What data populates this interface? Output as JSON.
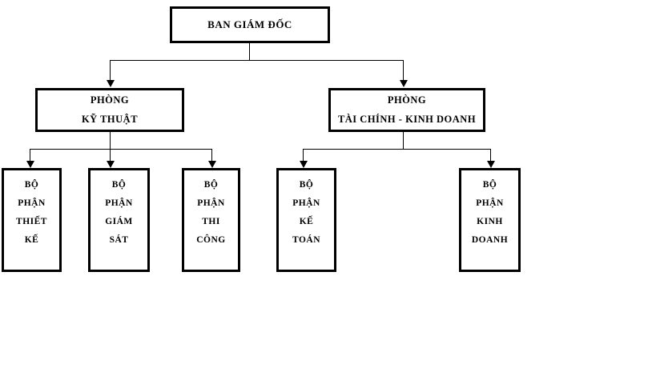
{
  "diagram": {
    "title": "So do to chuc",
    "background_color": "#ffffff",
    "line_color": "#000000",
    "box_border_color": "#000000",
    "text_color": "#000000",
    "type": "organizational-chart",
    "levels": 3
  },
  "nodes": {
    "root": {
      "id": "ban-giam-doc",
      "lines": [
        "BAN GIÁM ĐỐC"
      ],
      "level": 1
    },
    "departments": [
      {
        "id": "phong-ky-thuat",
        "lines": [
          "PHÒNG",
          "KỸ THUẬT"
        ],
        "level": 2
      },
      {
        "id": "phong-tai-chinh-kinh-doanh",
        "lines": [
          "PHÒNG",
          "TÀI CHÍNH - KINH DOANH"
        ],
        "level": 2
      }
    ],
    "units": [
      {
        "id": "bo-phan-thiet-ke",
        "lines": [
          "BỘ",
          "PHẬN",
          "THIẾT",
          "KẾ"
        ],
        "level": 3,
        "parent": "phong-ky-thuat"
      },
      {
        "id": "bo-phan-giam-sat",
        "lines": [
          "BỘ",
          "PHẬN",
          "GIÁM",
          "SÁT"
        ],
        "level": 3,
        "parent": "phong-ky-thuat"
      },
      {
        "id": "bo-phan-thi-cong",
        "lines": [
          "BỘ",
          "PHẬN",
          "THI",
          "CÔNG"
        ],
        "level": 3,
        "parent": "phong-ky-thuat"
      },
      {
        "id": "bo-phan-ke-toan",
        "lines": [
          "BỘ",
          "PHẬN",
          "KẾ",
          "TOÁN"
        ],
        "level": 3,
        "parent": "phong-tai-chinh-kinh-doanh"
      },
      {
        "id": "bo-phan-kinh-doanh",
        "lines": [
          "BỘ",
          "PHẬN",
          "KINH",
          "DOANH"
        ],
        "level": 3,
        "parent": "phong-tai-chinh-kinh-doanh"
      }
    ]
  }
}
